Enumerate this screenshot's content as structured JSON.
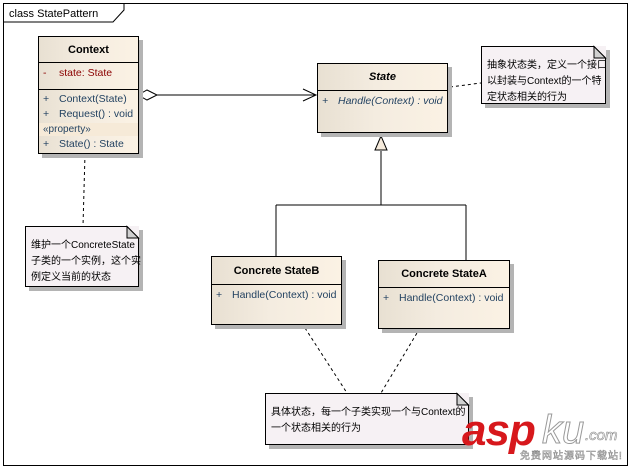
{
  "frame": {
    "label": "class StatePattern"
  },
  "classes": {
    "context": {
      "name": "Context",
      "attributes": [
        {
          "visibility": "-",
          "text": "state:  State"
        }
      ],
      "operations": [
        {
          "visibility": "+",
          "text": "Context(State)"
        },
        {
          "visibility": "+",
          "text": "Request() : void"
        }
      ],
      "stereotype": "«property»",
      "properties": [
        {
          "visibility": "+",
          "text": "State() : State"
        }
      ]
    },
    "state": {
      "name": "State",
      "abstract": true,
      "operations": [
        {
          "visibility": "+",
          "text": "Handle(Context) : void"
        }
      ]
    },
    "concrete_b": {
      "name": "Concrete StateB",
      "operations": [
        {
          "visibility": "+",
          "text": "Handle(Context) : void"
        }
      ]
    },
    "concrete_a": {
      "name": "Concrete StateA",
      "operations": [
        {
          "visibility": "+",
          "text": "Handle(Context) : void"
        }
      ]
    }
  },
  "notes": {
    "state_note": "抽象状态类，定义一个接口\n以封装与Context的一个特\n定状态相关的行为",
    "context_note": "维护一个ConcreteState\n子类的一个实例，这个实\n例定义当前的状态",
    "concrete_note": "具体状态，每一个子类实现一个与Context的\n一个状态相关的行为"
  },
  "relationships": [
    {
      "type": "aggregation",
      "from": "Context",
      "to": "State"
    },
    {
      "type": "generalization",
      "from": "Concrete StateB",
      "to": "State"
    },
    {
      "type": "generalization",
      "from": "Concrete StateA",
      "to": "State"
    },
    {
      "type": "note-link",
      "from": "state_note",
      "to": "State"
    },
    {
      "type": "note-link",
      "from": "context_note",
      "to": "Context"
    },
    {
      "type": "note-link",
      "from": "concrete_note",
      "to": "Concrete StateB"
    },
    {
      "type": "note-link",
      "from": "concrete_note",
      "to": "Concrete StateA"
    }
  ],
  "watermark": {
    "brand": "asp",
    "brand2": "ku",
    "tld": ".com",
    "tagline": "免费网站源码下载站!"
  },
  "colors": {
    "class_fill": "#f4ece0",
    "note_fill": "#f6f1f4",
    "attribute": "#8b0000",
    "operation": "#1f3f5f",
    "watermark_red": "#d7181c"
  }
}
